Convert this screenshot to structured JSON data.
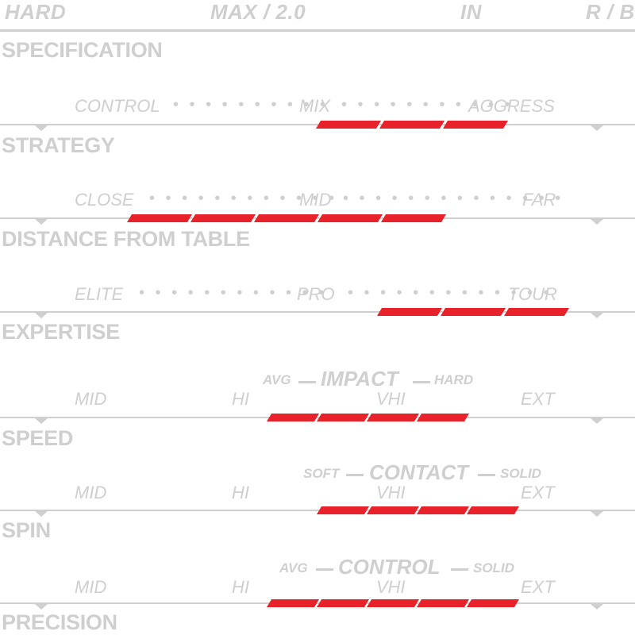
{
  "header": {
    "hard": "HARD",
    "max": "MAX / 2.0",
    "in": "IN",
    "rb": "R / B"
  },
  "rows": [
    {
      "section": "SPECIFICATION"
    },
    {
      "section": "STRATEGY",
      "scale": [
        "CONTROL",
        "MIX",
        "AGGRESS"
      ],
      "active_segments": [
        5,
        6,
        7
      ]
    },
    {
      "section": "DISTANCE FROM TABLE",
      "scale": [
        "CLOSE",
        "MID",
        "FAR"
      ],
      "active_segments": [
        1,
        2,
        3,
        4,
        5
      ]
    },
    {
      "section": "EXPERTISE",
      "scale": [
        "ELITE",
        "PRO",
        "TOUR"
      ],
      "active_segments": [
        6,
        7,
        8
      ]
    },
    {
      "section": "SPEED",
      "scale": [
        "MID",
        "HI",
        "VHI",
        "EXT"
      ],
      "sub": {
        "left": "AVG",
        "center": "IMPACT",
        "right": "HARD"
      },
      "active_segments": [
        1,
        2,
        3,
        4
      ]
    },
    {
      "section": "SPIN",
      "scale": [
        "MID",
        "HI",
        "VHI",
        "EXT"
      ],
      "sub": {
        "left": "SOFT",
        "center": "CONTACT",
        "right": "SOLID"
      },
      "active_segments": [
        2,
        3,
        4,
        5
      ]
    },
    {
      "section": "PRECISION",
      "scale": [
        "MID",
        "HI",
        "VHI",
        "EXT"
      ],
      "sub": {
        "left": "AVG",
        "center": "CONTROL",
        "right": "SOLID"
      },
      "active_segments": [
        1,
        2,
        3,
        4,
        5
      ]
    }
  ],
  "colors": {
    "accent": "#e8222a",
    "muted": "#cfcfcf"
  }
}
